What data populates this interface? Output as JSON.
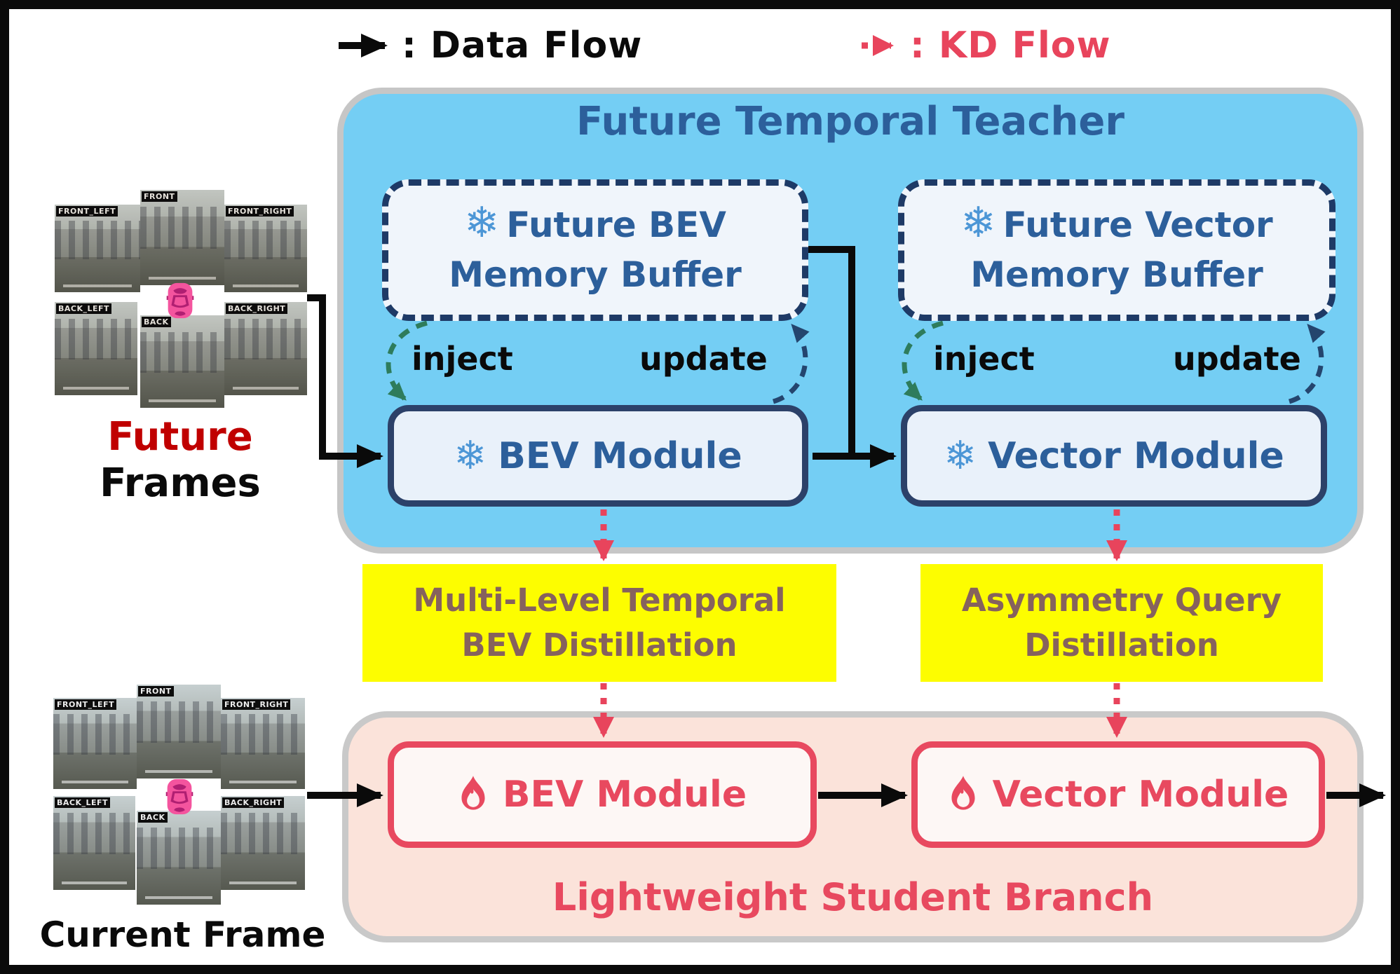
{
  "legend": {
    "data_flow": ": Data Flow",
    "kd_flow": ": KD Flow"
  },
  "teacher": {
    "title": "Future Temporal Teacher",
    "bev_memory_buffer": {
      "line1": "Future BEV",
      "line2": "Memory Buffer"
    },
    "vector_memory_buffer": {
      "line1": "Future Vector",
      "line2": "Memory Buffer"
    },
    "bev_module": "BEV Module",
    "vector_module": "Vector Module",
    "inject_label": "inject",
    "update_label": "update"
  },
  "distillation": {
    "bev": {
      "line1": "Multi-Level Temporal",
      "line2": "BEV Distillation"
    },
    "query": {
      "line1": "Asymmetry Query",
      "line2": "Distillation"
    }
  },
  "student": {
    "title": "Lightweight Student Branch",
    "bev_module": "BEV Module",
    "vector_module": "Vector Module"
  },
  "inputs": {
    "future_line1": "Future",
    "future_line2": "Frames",
    "current_label": "Current Frame",
    "camera_labels": [
      "FRONT_LEFT",
      "FRONT",
      "FRONT_RIGHT",
      "BACK_LEFT",
      "BACK",
      "BACK_RIGHT"
    ]
  },
  "icons": {
    "snowflake": "❄"
  },
  "colors": {
    "teacher_bg": "#74cef4",
    "teacher_text": "#2c5f9b",
    "buffer_bg": "#f0f5fb",
    "module_bg": "#e9f1fa",
    "navy_border": "#1e3a66",
    "snowflake_blue": "#4c96d6",
    "student_bg": "#fbe3da",
    "student_accent": "#e8495f",
    "distill_yellow": "#fdfd00",
    "distill_text": "#86625d",
    "kd_red": "#e8445c",
    "inject_green": "#2e7c5c",
    "update_navy": "#24456e",
    "future_red": "#c00000",
    "car_pink": "#f4549e"
  }
}
